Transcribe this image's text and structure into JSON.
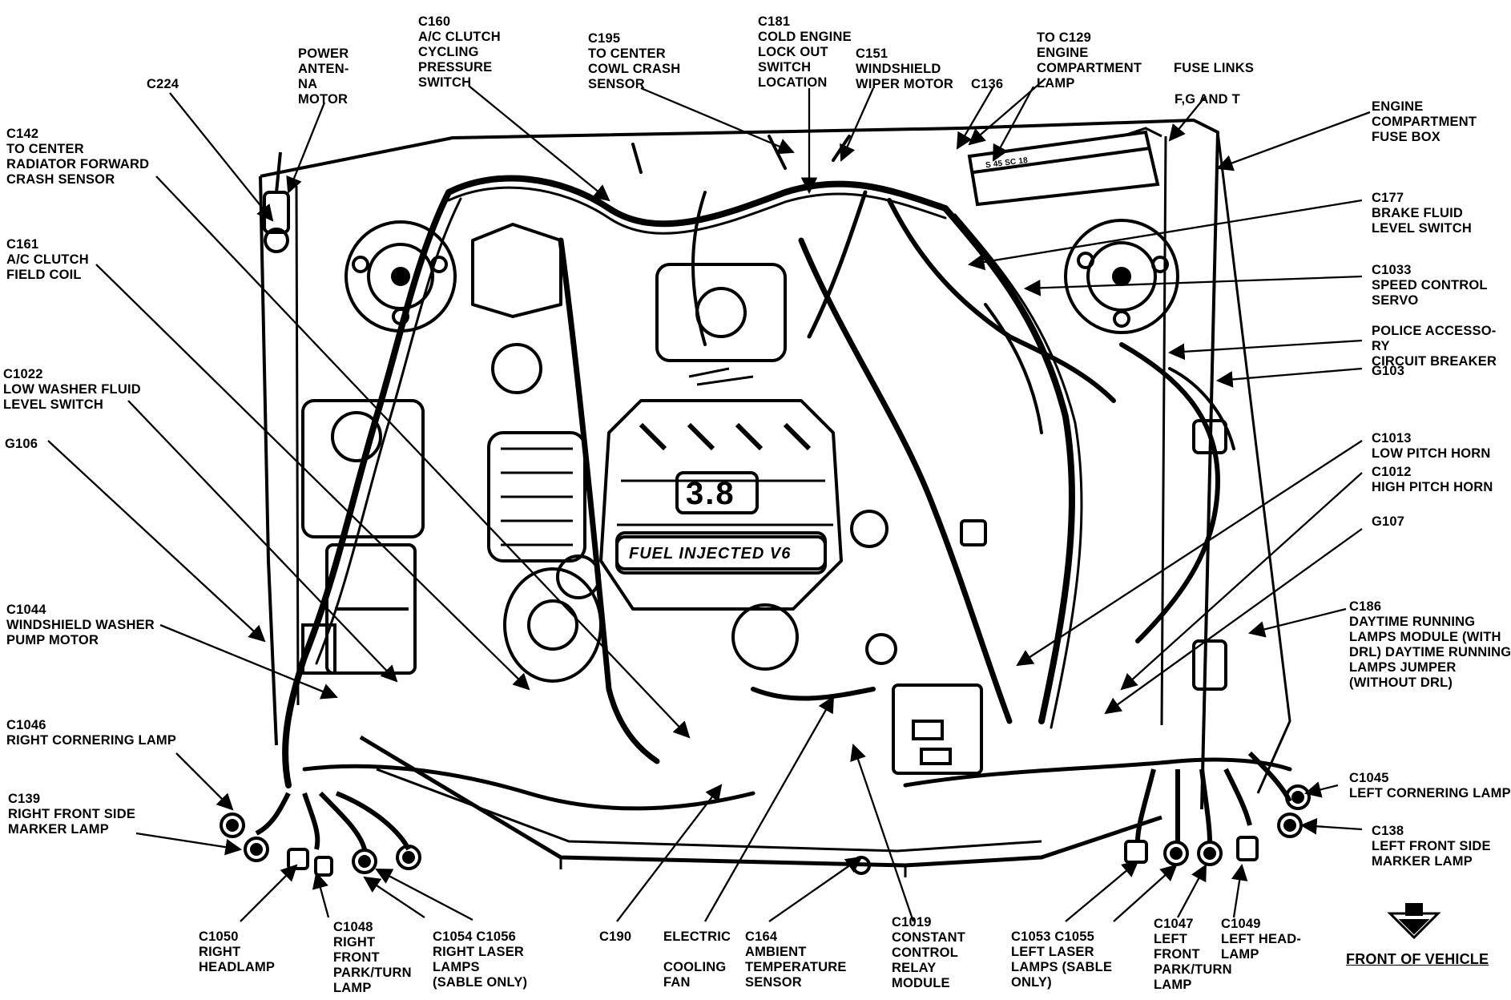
{
  "callouts": {
    "c224": "C224",
    "power_antenna": "POWER\nANTEN-\nNA\nMOTOR",
    "c160": "C160\nA/C CLUTCH\nCYCLING\nPRESSURE\nSWITCH",
    "c195": "C195\nTO CENTER\nCOWL CRASH\nSENSOR",
    "c181": "C181\nCOLD ENGINE\nLOCK OUT\nSWITCH\nLOCATION",
    "c151": "C151\nWINDSHIELD\nWIPER MOTOR",
    "c136": "C136",
    "c129": "TO C129\nENGINE\nCOMPARTMENT\nLAMP",
    "fuse_links": "FUSE LINKS",
    "fgt": "F,G AND T",
    "fuse_box": "ENGINE\nCOMPARTMENT\nFUSE BOX",
    "c142": "C142\nTO CENTER\nRADIATOR FORWARD\nCRASH SENSOR",
    "c161": "C161\nA/C CLUTCH\nFIELD COIL",
    "c1022": "C1022\nLOW WASHER FLUID\nLEVEL SWITCH",
    "g106": "G106",
    "c1044": "C1044\nWINDSHIELD WASHER\nPUMP MOTOR",
    "c1046": "C1046\nRIGHT CORNERING LAMP",
    "c139": "C139\nRIGHT FRONT SIDE\nMARKER LAMP",
    "c177": "C177\nBRAKE FLUID\nLEVEL SWITCH",
    "c1033": "C1033\nSPEED CONTROL\nSERVO",
    "police": "POLICE ACCESSO-\nRY\nCIRCUIT BREAKER",
    "g103": "G103",
    "c1013": "C1013\nLOW PITCH HORN",
    "c1012": "C1012\nHIGH PITCH HORN",
    "g107": "G107",
    "c186": "C186\nDAYTIME RUNNING\nLAMPS MODULE (WITH\nDRL) DAYTIME RUNNING\nLAMPS JUMPER\n(WITHOUT DRL)",
    "c1045": "C1045\nLEFT CORNERING LAMP",
    "c138": "C138\nLEFT FRONT SIDE\nMARKER LAMP",
    "c1050": "C1050\nRIGHT\nHEADLAMP",
    "c1048": "C1048\nRIGHT\nFRONT\nPARK/TURN\nLAMP",
    "c1054": "C1054 C1056\nRIGHT LASER\nLAMPS\n(SABLE ONLY)",
    "c190": "C190",
    "electric_fan": "ELECTRIC\n\nCOOLING\nFAN",
    "c164": "C164\nAMBIENT\nTEMPERATURE\nSENSOR",
    "c1019": "C1019\nCONSTANT\nCONTROL\nRELAY\nMODULE",
    "c1053": "C1053 C1055\nLEFT LASER\nLAMPS (SABLE\nONLY)",
    "c1047": "C1047\nLEFT\nFRONT\nPARK/TURN\nLAMP",
    "c1049": "C1049\nLEFT HEAD-\nLAMP",
    "front_of_vehicle": "FRONT OF VEHICLE"
  },
  "engine_badge": {
    "displacement": "3.8",
    "plate": "FUEL INJECTED V6"
  },
  "fuse_box_text": "S 45 SC 18",
  "colors": {
    "ink": "#000000",
    "paper": "#ffffff"
  }
}
